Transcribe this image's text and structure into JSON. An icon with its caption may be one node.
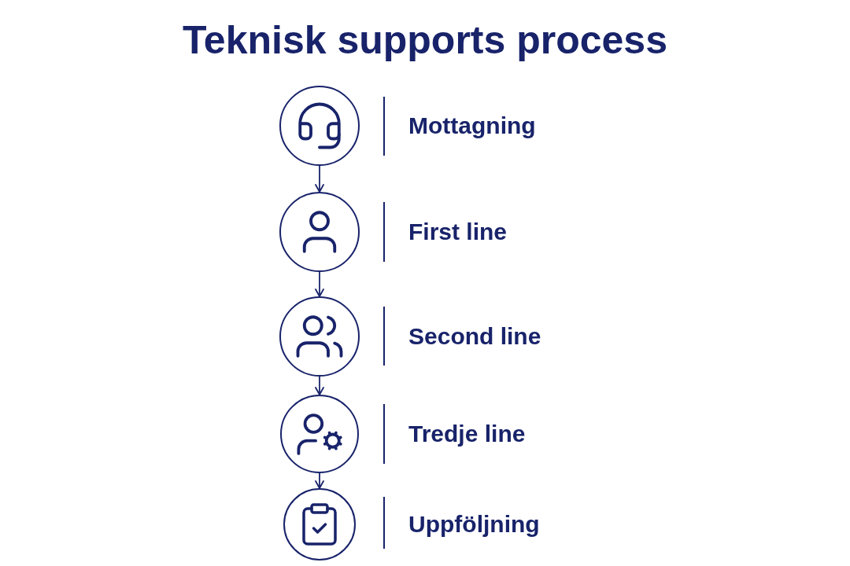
{
  "diagram": {
    "title": "Teknisk supports process",
    "nodes": [
      {
        "text": [],
        "shape": "circle",
        "beside": [
          "Mottagning"
        ]
      },
      {
        "text": [],
        "shape": "circle",
        "beside": [
          "First line"
        ]
      },
      {
        "text": [],
        "shape": "circle",
        "beside": [
          "Second line"
        ]
      },
      {
        "text": [],
        "shape": "circle",
        "beside": [
          "Tredje line"
        ]
      },
      {
        "text": [],
        "shape": "circle",
        "beside": [
          "Uppföljning"
        ]
      }
    ],
    "edges": [
      {
        "from": 0,
        "to": 1,
        "arrow": "to"
      },
      {
        "from": 1,
        "to": 2,
        "arrow": "to"
      },
      {
        "from": 2,
        "to": 3,
        "arrow": "to"
      },
      {
        "from": 3,
        "to": 4,
        "arrow": "to"
      }
    ]
  }
}
